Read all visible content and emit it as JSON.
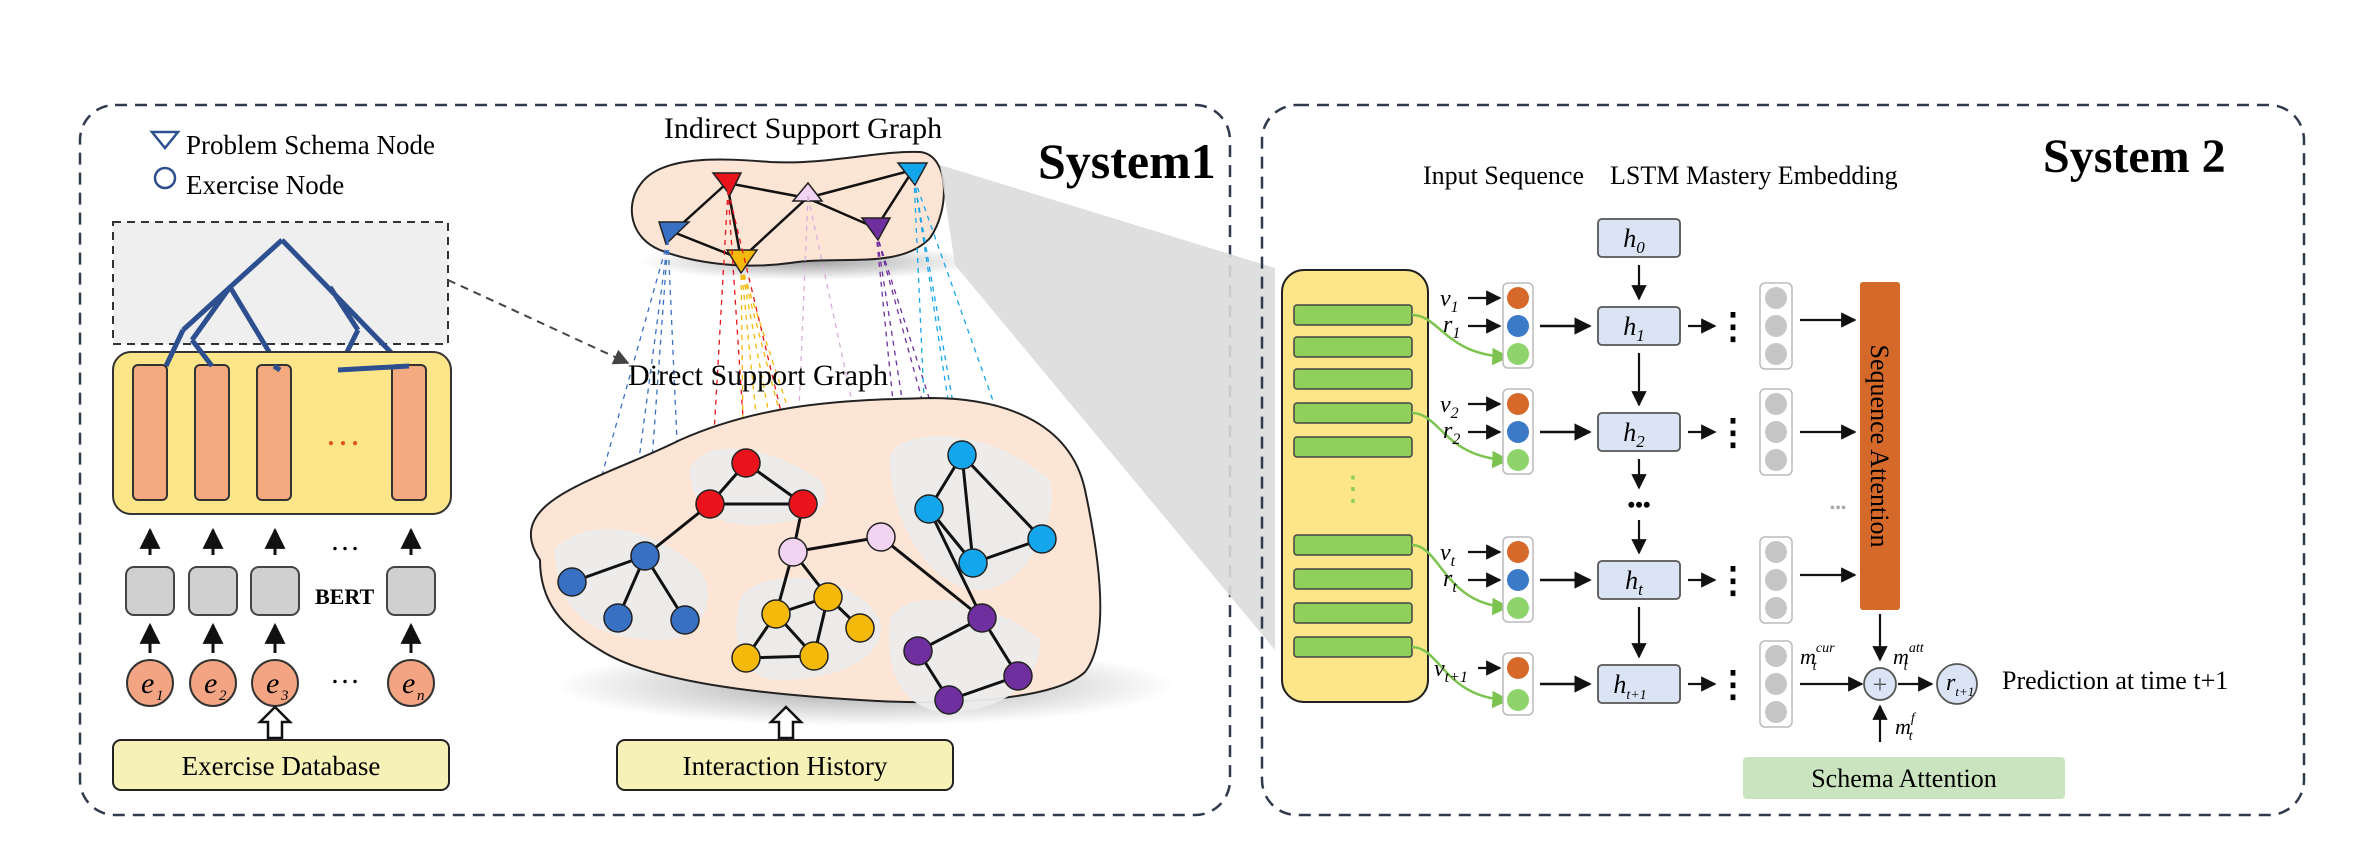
{
  "system1": {
    "title": "System1",
    "legend": {
      "schema_node": "Problem Schema Node",
      "exercise_node": "Exercise Node"
    },
    "encoder": {
      "dots": "…",
      "bert_label": "BERT",
      "arrow_dots": "…",
      "exercises": [
        "e",
        "e",
        "e",
        "e"
      ],
      "exercise_subs": [
        "1",
        "2",
        "3",
        "n"
      ],
      "exercise_dots": "…"
    },
    "exercise_database": "Exercise Database",
    "indirect_graph_title": "Indirect Support Graph",
    "direct_graph_title": "Direct Support Graph",
    "interaction_history": "Interaction History"
  },
  "system2": {
    "title": "System 2",
    "col_input": "Input Sequence",
    "col_lstm": "LSTM",
    "col_mastery": "Mastery Embedding",
    "dots_v": "⋮",
    "dots_mid": "•••",
    "hidden": {
      "h0": {
        "base": "h",
        "sub": "0"
      },
      "h1": {
        "base": "h",
        "sub": "1"
      },
      "h2": {
        "base": "h",
        "sub": "2"
      },
      "ht": {
        "base": "h",
        "sub": "t"
      },
      "ht1": {
        "base": "h",
        "sub": "t+1"
      }
    },
    "inputs": {
      "v1": {
        "base": "v",
        "sub": "1"
      },
      "r1": {
        "base": "r",
        "sub": "1"
      },
      "v2": {
        "base": "v",
        "sub": "2"
      },
      "r2": {
        "base": "r",
        "sub": "2"
      },
      "vt": {
        "base": "v",
        "sub": "t"
      },
      "rt": {
        "base": "r",
        "sub": "t"
      },
      "vt1": {
        "base": "v",
        "sub": "t+1"
      }
    },
    "sequence_attention": "Sequence Attention",
    "m_cur": {
      "base": "m",
      "sub": "t",
      "sup": "cur"
    },
    "m_att": {
      "base": "m",
      "sub": "t",
      "sup": "att"
    },
    "m_f": {
      "base": "m",
      "sub": "t",
      "sup": "f"
    },
    "oplus": "+",
    "r_out": {
      "base": "r",
      "sub": "t+1"
    },
    "prediction": "Prediction at time t+1",
    "schema_attention": "Schema Attention"
  },
  "colors": {
    "panel_border": "#2f3a4f",
    "tree_blue": "#2e4f8f",
    "yellow_box": "#fde68a",
    "salmon_bar": "#f4a97f",
    "orange_ball": "#f3a583",
    "cream_box": "#f6f2b7",
    "graph_fill": "#fde5d6",
    "lstm_box": "#dbe4f5",
    "seq_attention": "#d4692a",
    "schema_attention": "#c9e4bf",
    "green_bar": "#8fcf5a",
    "node_red": "#e8131b",
    "node_yellow": "#f5b90b",
    "node_purple": "#6f2f9f",
    "node_blue": "#3870c4",
    "node_cyan": "#14a6ec",
    "node_pink": "#f2d4f2",
    "dot_orange": "#d6682a",
    "dot_blue": "#3b7ac7",
    "dot_green": "#8fd46a",
    "dot_gray": "#c6c6c6"
  }
}
